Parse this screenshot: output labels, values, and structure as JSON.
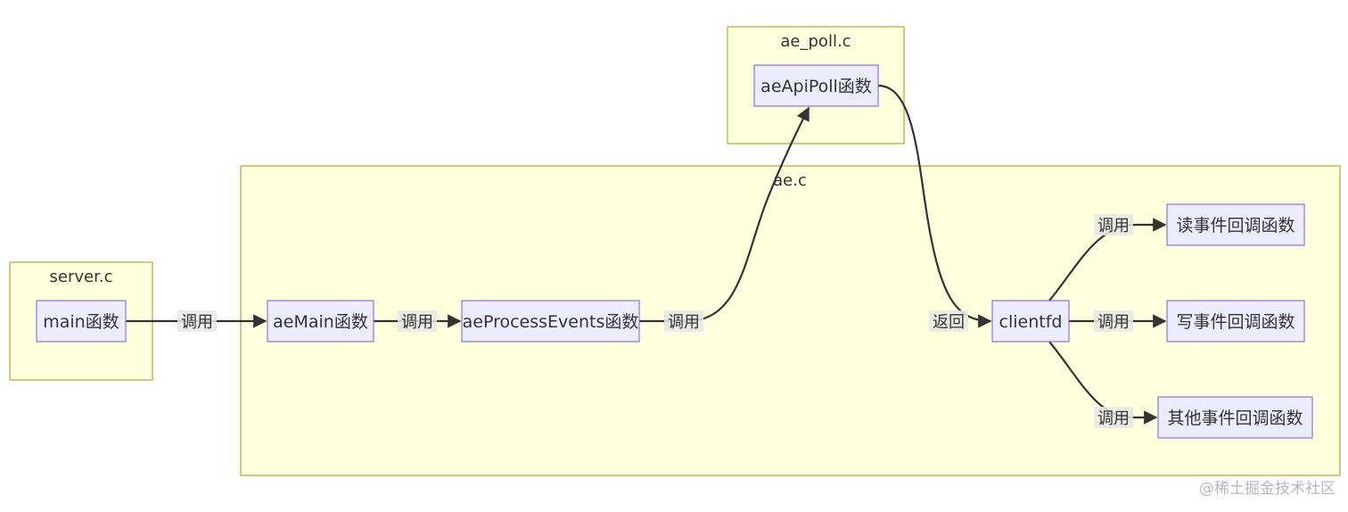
{
  "clusters": {
    "server_c": {
      "title": "server.c"
    },
    "ae_poll_c": {
      "title": "ae_poll.c"
    },
    "ae_c": {
      "title": "ae.c"
    }
  },
  "nodes": {
    "main": {
      "label": "main函数"
    },
    "aeMain": {
      "label": "aeMain函数"
    },
    "aeProcessEvents": {
      "label": "aeProcessEvents函数"
    },
    "aeApiPoll": {
      "label": "aeApiPoll函数"
    },
    "clientfd": {
      "label": "clientfd"
    },
    "read_cb": {
      "label": "读事件回调函数"
    },
    "write_cb": {
      "label": "写事件回调函数"
    },
    "other_cb": {
      "label": "其他事件回调函数"
    }
  },
  "edges": {
    "main_to_aeMain": {
      "label": "调用"
    },
    "aeMain_to_process": {
      "label": "调用"
    },
    "process_to_poll": {
      "label": "调用"
    },
    "poll_to_clientfd": {
      "label": "返回"
    },
    "clientfd_to_read": {
      "label": "调用"
    },
    "clientfd_to_write": {
      "label": "调用"
    },
    "clientfd_to_other": {
      "label": "调用"
    }
  },
  "watermark": "@稀土掘金技术社区",
  "colors": {
    "cluster_fill": "#ffffde",
    "cluster_stroke": "#aaaa33",
    "node_fill": "#ececff",
    "node_stroke": "#9370db",
    "edge": "#333333"
  }
}
